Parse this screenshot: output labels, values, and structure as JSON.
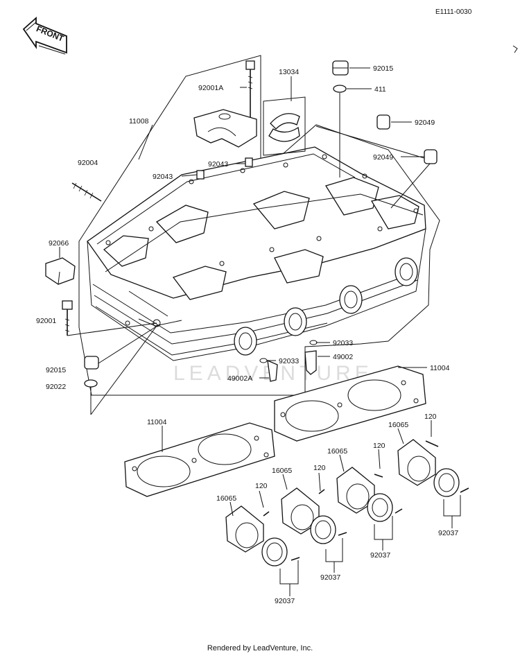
{
  "diagram": {
    "code": "E1111-0030",
    "front_label": "FRONT",
    "watermark": "LEADVENTURE",
    "footer": "Rendered by LeadVenture, Inc.",
    "labels": [
      {
        "id": "p92001a",
        "text": "92001A"
      },
      {
        "id": "p13034",
        "text": "13034"
      },
      {
        "id": "p92015a",
        "text": "92015"
      },
      {
        "id": "p411",
        "text": "411"
      },
      {
        "id": "p92049a",
        "text": "92049"
      },
      {
        "id": "p92049b",
        "text": "92049"
      },
      {
        "id": "p11008",
        "text": "11008"
      },
      {
        "id": "p92004",
        "text": "92004"
      },
      {
        "id": "p92043a",
        "text": "92043"
      },
      {
        "id": "p92043b",
        "text": "92043"
      },
      {
        "id": "p92066",
        "text": "92066"
      },
      {
        "id": "p92001",
        "text": "92001"
      },
      {
        "id": "p92015b",
        "text": "92015"
      },
      {
        "id": "p92022",
        "text": "92022"
      },
      {
        "id": "p92033a",
        "text": "92033"
      },
      {
        "id": "p49002",
        "text": "49002"
      },
      {
        "id": "p92033b",
        "text": "92033"
      },
      {
        "id": "p49002a",
        "text": "49002A"
      },
      {
        "id": "p11004a",
        "text": "11004"
      },
      {
        "id": "p11004b",
        "text": "11004"
      },
      {
        "id": "p16065a",
        "text": "16065"
      },
      {
        "id": "p120a",
        "text": "120"
      },
      {
        "id": "p120b",
        "text": "120"
      },
      {
        "id": "p16065b",
        "text": "16065"
      },
      {
        "id": "p120c",
        "text": "120"
      },
      {
        "id": "p16065c",
        "text": "16065"
      },
      {
        "id": "p120d",
        "text": "120"
      },
      {
        "id": "p16065d",
        "text": "16065"
      },
      {
        "id": "p92037a",
        "text": "92037"
      },
      {
        "id": "p92037b",
        "text": "92037"
      },
      {
        "id": "p92037c",
        "text": "92037"
      },
      {
        "id": "p92037d",
        "text": "92037"
      }
    ]
  }
}
